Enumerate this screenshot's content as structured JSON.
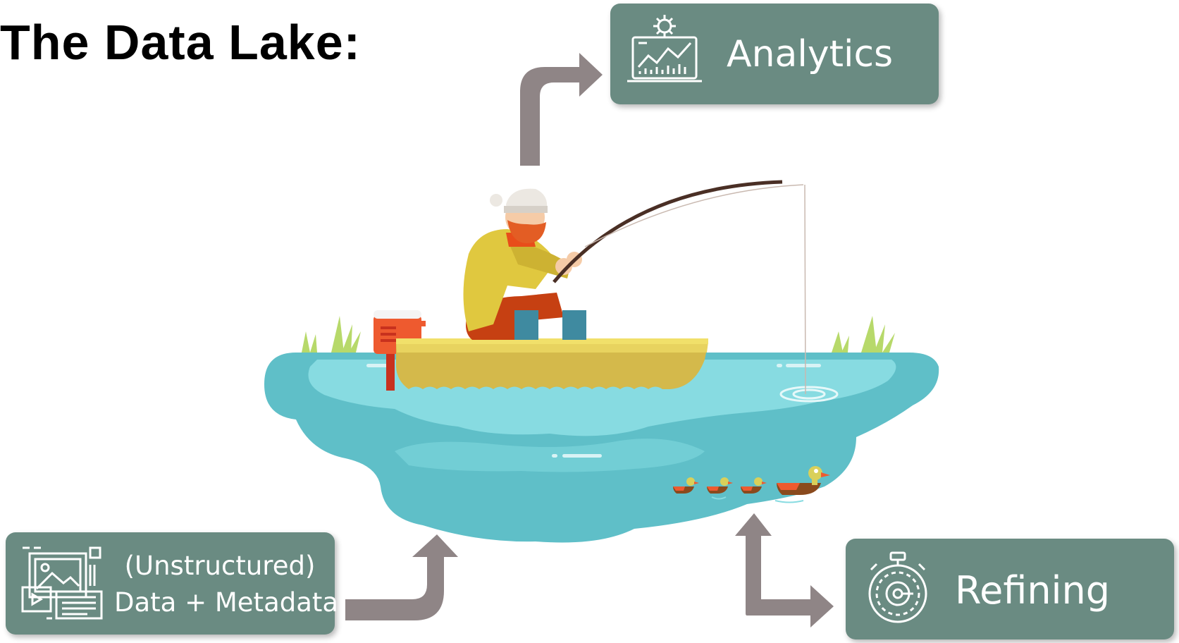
{
  "title": "The Data Lake:",
  "boxes": {
    "analytics": {
      "label": "Analytics",
      "icon": "analytics-chart-icon"
    },
    "refining": {
      "label": "Refining",
      "icon": "stopwatch-gear-icon"
    },
    "data": {
      "line1": "(Unstructured)",
      "line2": "Data + Metadata",
      "icon": "media-files-icon"
    }
  },
  "colors": {
    "box": "#6a8b82",
    "arrow": "#8a7f80",
    "lake": "#5fbfc8",
    "lake_light": "#87dbe1",
    "boat": "#e5cf55"
  }
}
